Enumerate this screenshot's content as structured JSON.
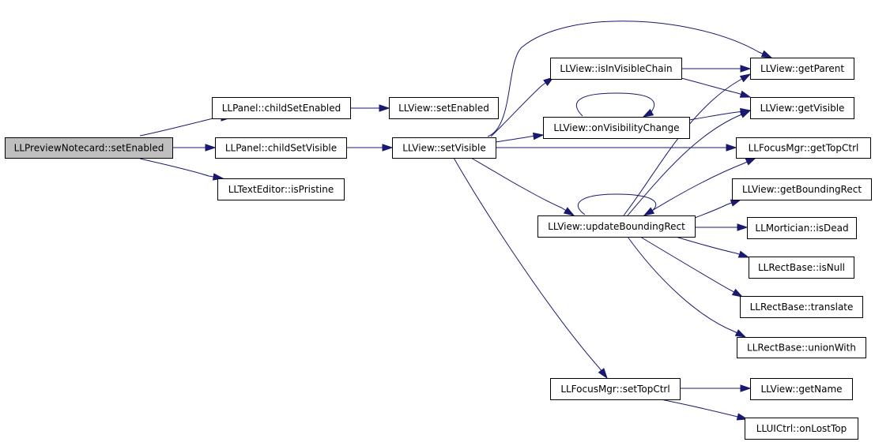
{
  "diagram": {
    "colors": {
      "edge": "#191970",
      "node_fill": "#ffffff",
      "root_fill": "#bfbfbf",
      "border": "#000000"
    },
    "nodes": [
      {
        "id": "root",
        "label": "LLPreviewNotecard::setEnabled",
        "root": true
      },
      {
        "id": "pcse",
        "label": "LLPanel::childSetEnabled"
      },
      {
        "id": "pcsv",
        "label": "LLPanel::childSetVisible"
      },
      {
        "id": "tei",
        "label": "LLTextEditor::isPristine"
      },
      {
        "id": "vse",
        "label": "LLView::setEnabled"
      },
      {
        "id": "vsv",
        "label": "LLView::setVisible"
      },
      {
        "id": "vivc",
        "label": "LLView::isInVisibleChain"
      },
      {
        "id": "vovc",
        "label": "LLView::onVisibilityChange"
      },
      {
        "id": "vubr",
        "label": "LLView::updateBoundingRect"
      },
      {
        "id": "fmst",
        "label": "LLFocusMgr::setTopCtrl"
      },
      {
        "id": "vgp",
        "label": "LLView::getParent"
      },
      {
        "id": "vgv",
        "label": "LLView::getVisible"
      },
      {
        "id": "fmgt",
        "label": "LLFocusMgr::getTopCtrl"
      },
      {
        "id": "vgbr",
        "label": "LLView::getBoundingRect"
      },
      {
        "id": "mid",
        "label": "LLMortician::isDead"
      },
      {
        "id": "rbin",
        "label": "LLRectBase::isNull"
      },
      {
        "id": "rbt",
        "label": "LLRectBase::translate"
      },
      {
        "id": "rbuw",
        "label": "LLRectBase::unionWith"
      },
      {
        "id": "vgn",
        "label": "LLView::getName"
      },
      {
        "id": "ucolt",
        "label": "LLUICtrl::onLostTop"
      }
    ],
    "edges": [
      {
        "from": "root",
        "to": "pcse"
      },
      {
        "from": "root",
        "to": "pcsv"
      },
      {
        "from": "root",
        "to": "tei"
      },
      {
        "from": "pcse",
        "to": "vse"
      },
      {
        "from": "pcsv",
        "to": "vsv"
      },
      {
        "from": "vsv",
        "to": "vgp"
      },
      {
        "from": "vsv",
        "to": "vivc"
      },
      {
        "from": "vsv",
        "to": "vovc"
      },
      {
        "from": "vsv",
        "to": "fmgt"
      },
      {
        "from": "vsv",
        "to": "vubr"
      },
      {
        "from": "vsv",
        "to": "fmst"
      },
      {
        "from": "vivc",
        "to": "vgp"
      },
      {
        "from": "vivc",
        "to": "vgv"
      },
      {
        "from": "vovc",
        "to": "vovc"
      },
      {
        "from": "vovc",
        "to": "vgv"
      },
      {
        "from": "vubr",
        "to": "vubr"
      },
      {
        "from": "vubr",
        "to": "vgp"
      },
      {
        "from": "vubr",
        "to": "vgv"
      },
      {
        "from": "vubr",
        "to": "fmgt"
      },
      {
        "from": "vubr",
        "to": "vgbr"
      },
      {
        "from": "vubr",
        "to": "mid"
      },
      {
        "from": "vubr",
        "to": "rbin"
      },
      {
        "from": "vubr",
        "to": "rbt"
      },
      {
        "from": "vubr",
        "to": "rbuw"
      },
      {
        "from": "fmst",
        "to": "vgn"
      },
      {
        "from": "fmst",
        "to": "ucolt"
      }
    ]
  }
}
